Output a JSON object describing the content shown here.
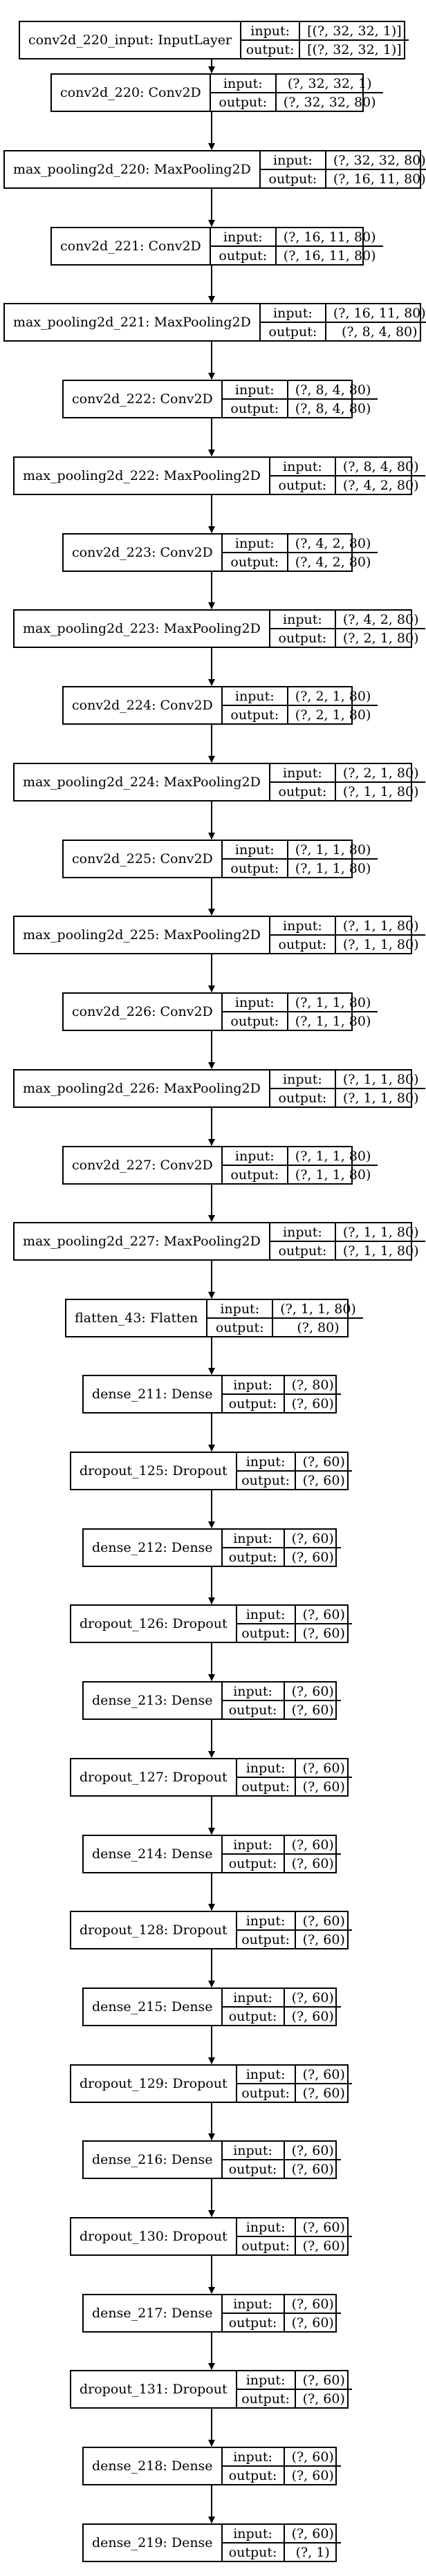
{
  "io_labels": {
    "input": "input:",
    "output": "output:"
  },
  "layers": [
    {
      "name": "conv2d_220_input: InputLayer",
      "input": "[(?, 32, 32, 1)]",
      "output": "[(?, 32, 32, 1)]"
    },
    {
      "name": "conv2d_220: Conv2D",
      "input": "(?, 32, 32, 1)",
      "output": "(?, 32, 32, 80)"
    },
    {
      "name": "max_pooling2d_220: MaxPooling2D",
      "input": "(?, 32, 32, 80)",
      "output": "(?, 16, 11, 80)"
    },
    {
      "name": "conv2d_221: Conv2D",
      "input": "(?, 16, 11, 80)",
      "output": "(?, 16, 11, 80)"
    },
    {
      "name": "max_pooling2d_221: MaxPooling2D",
      "input": "(?, 16, 11, 80)",
      "output": "(?, 8, 4, 80)"
    },
    {
      "name": "conv2d_222: Conv2D",
      "input": "(?, 8, 4, 80)",
      "output": "(?, 8, 4, 80)"
    },
    {
      "name": "max_pooling2d_222: MaxPooling2D",
      "input": "(?, 8, 4, 80)",
      "output": "(?, 4, 2, 80)"
    },
    {
      "name": "conv2d_223: Conv2D",
      "input": "(?, 4, 2, 80)",
      "output": "(?, 4, 2, 80)"
    },
    {
      "name": "max_pooling2d_223: MaxPooling2D",
      "input": "(?, 4, 2, 80)",
      "output": "(?, 2, 1, 80)"
    },
    {
      "name": "conv2d_224: Conv2D",
      "input": "(?, 2, 1, 80)",
      "output": "(?, 2, 1, 80)"
    },
    {
      "name": "max_pooling2d_224: MaxPooling2D",
      "input": "(?, 2, 1, 80)",
      "output": "(?, 1, 1, 80)"
    },
    {
      "name": "conv2d_225: Conv2D",
      "input": "(?, 1, 1, 80)",
      "output": "(?, 1, 1, 80)"
    },
    {
      "name": "max_pooling2d_225: MaxPooling2D",
      "input": "(?, 1, 1, 80)",
      "output": "(?, 1, 1, 80)"
    },
    {
      "name": "conv2d_226: Conv2D",
      "input": "(?, 1, 1, 80)",
      "output": "(?, 1, 1, 80)"
    },
    {
      "name": "max_pooling2d_226: MaxPooling2D",
      "input": "(?, 1, 1, 80)",
      "output": "(?, 1, 1, 80)"
    },
    {
      "name": "conv2d_227: Conv2D",
      "input": "(?, 1, 1, 80)",
      "output": "(?, 1, 1, 80)"
    },
    {
      "name": "max_pooling2d_227: MaxPooling2D",
      "input": "(?, 1, 1, 80)",
      "output": "(?, 1, 1, 80)"
    },
    {
      "name": "flatten_43: Flatten",
      "input": "(?, 1, 1, 80)",
      "output": "(?, 80)"
    },
    {
      "name": "dense_211: Dense",
      "input": "(?, 80)",
      "output": "(?, 60)"
    },
    {
      "name": "dropout_125: Dropout",
      "input": "(?, 60)",
      "output": "(?, 60)"
    },
    {
      "name": "dense_212: Dense",
      "input": "(?, 60)",
      "output": "(?, 60)"
    },
    {
      "name": "dropout_126: Dropout",
      "input": "(?, 60)",
      "output": "(?, 60)"
    },
    {
      "name": "dense_213: Dense",
      "input": "(?, 60)",
      "output": "(?, 60)"
    },
    {
      "name": "dropout_127: Dropout",
      "input": "(?, 60)",
      "output": "(?, 60)"
    },
    {
      "name": "dense_214: Dense",
      "input": "(?, 60)",
      "output": "(?, 60)"
    },
    {
      "name": "dropout_128: Dropout",
      "input": "(?, 60)",
      "output": "(?, 60)"
    },
    {
      "name": "dense_215: Dense",
      "input": "(?, 60)",
      "output": "(?, 60)"
    },
    {
      "name": "dropout_129: Dropout",
      "input": "(?, 60)",
      "output": "(?, 60)"
    },
    {
      "name": "dense_216: Dense",
      "input": "(?, 60)",
      "output": "(?, 60)"
    },
    {
      "name": "dropout_130: Dropout",
      "input": "(?, 60)",
      "output": "(?, 60)"
    },
    {
      "name": "dense_217: Dense",
      "input": "(?, 60)",
      "output": "(?, 60)"
    },
    {
      "name": "dropout_131: Dropout",
      "input": "(?, 60)",
      "output": "(?, 60)"
    },
    {
      "name": "dense_218: Dense",
      "input": "(?, 60)",
      "output": "(?, 60)"
    },
    {
      "name": "dense_219: Dense",
      "input": "(?, 60)",
      "output": "(?, 1)"
    }
  ]
}
